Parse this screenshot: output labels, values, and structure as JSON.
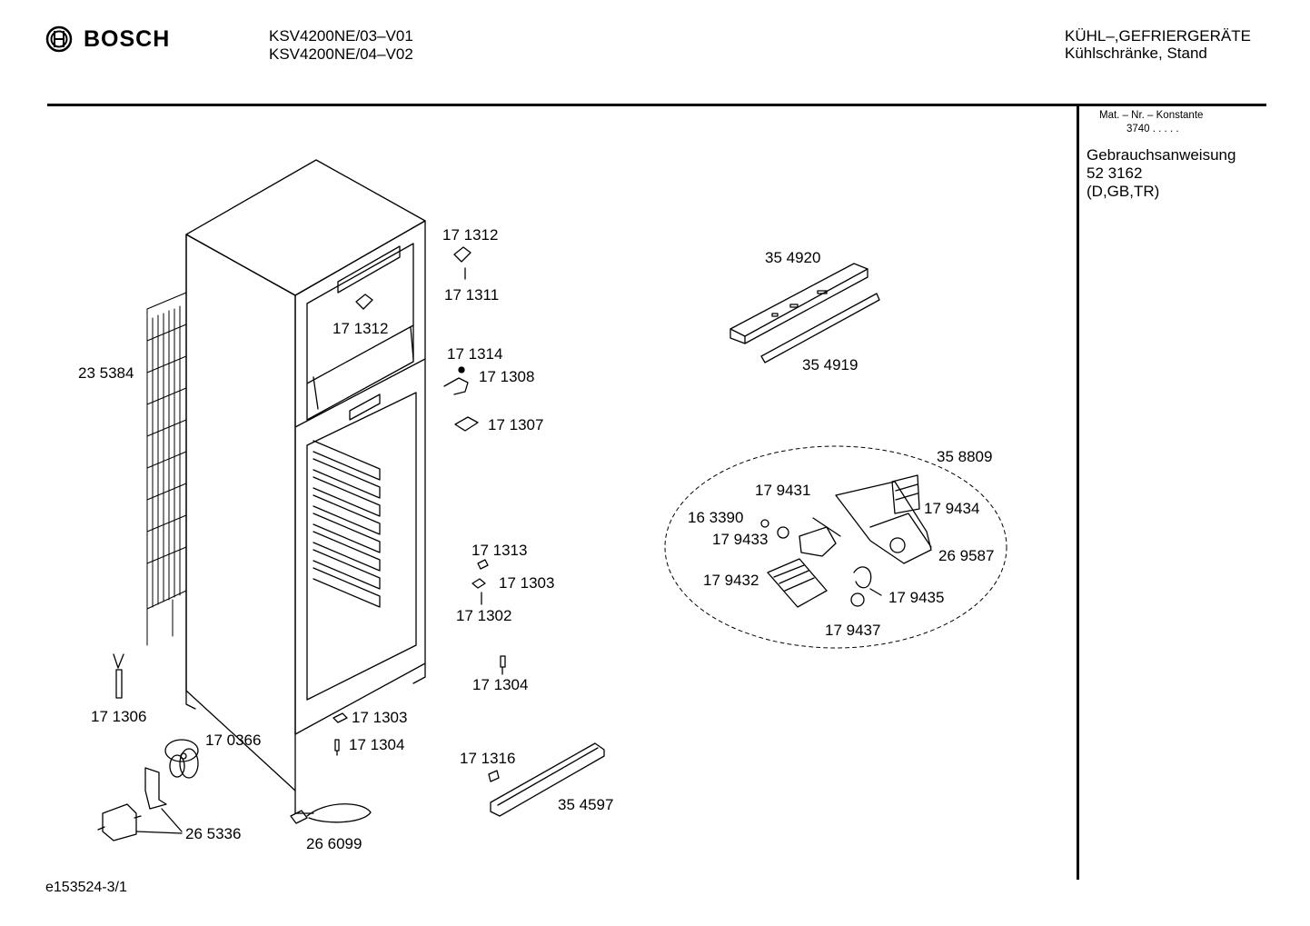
{
  "header": {
    "brand": "BOSCH",
    "models": [
      "KSV4200NE/03–V01",
      "KSV4200NE/04–V02"
    ],
    "category": [
      "KÜHL–,GEFRIERGERÄTE",
      "Kühlschränke, Stand"
    ]
  },
  "sidebar": {
    "matnr_label": "Mat. – Nr. – Konstante",
    "matnr_value": "3740  .  .  .  .  .",
    "manual_title": "Gebrauchsanweisung",
    "manual_number": "52 3162",
    "manual_languages": "(D,GB,TR)"
  },
  "footer": {
    "doc_id": "e153524-3/1"
  },
  "parts": [
    {
      "id": "p-171312a",
      "label": "17 1312"
    },
    {
      "id": "p-171311",
      "label": "17 1311"
    },
    {
      "id": "p-171312b",
      "label": "17 1312"
    },
    {
      "id": "p-171314",
      "label": "17 1314"
    },
    {
      "id": "p-171308",
      "label": "17 1308"
    },
    {
      "id": "p-171307",
      "label": "17 1307"
    },
    {
      "id": "p-235384",
      "label": "23 5384"
    },
    {
      "id": "p-171313",
      "label": "17 1313"
    },
    {
      "id": "p-171303a",
      "label": "17 1303"
    },
    {
      "id": "p-171302",
      "label": "17 1302"
    },
    {
      "id": "p-171304a",
      "label": "17 1304"
    },
    {
      "id": "p-171306",
      "label": "17 1306"
    },
    {
      "id": "p-170366",
      "label": "17 0366"
    },
    {
      "id": "p-171303b",
      "label": "17 1303"
    },
    {
      "id": "p-171304b",
      "label": "17 1304"
    },
    {
      "id": "p-171316",
      "label": "17 1316"
    },
    {
      "id": "p-354597",
      "label": "35 4597"
    },
    {
      "id": "p-265336",
      "label": "26 5336"
    },
    {
      "id": "p-266099",
      "label": "26 6099"
    },
    {
      "id": "p-354920",
      "label": "35 4920"
    },
    {
      "id": "p-354919",
      "label": "35 4919"
    },
    {
      "id": "p-358809",
      "label": "35 8809"
    },
    {
      "id": "p-179431",
      "label": "17 9431"
    },
    {
      "id": "p-179434",
      "label": "17 9434"
    },
    {
      "id": "p-163390",
      "label": "16 3390"
    },
    {
      "id": "p-179433",
      "label": "17 9433"
    },
    {
      "id": "p-269587",
      "label": "26 9587"
    },
    {
      "id": "p-179432",
      "label": "17 9432"
    },
    {
      "id": "p-179435",
      "label": "17 9435"
    },
    {
      "id": "p-179437",
      "label": "17 9437"
    }
  ]
}
